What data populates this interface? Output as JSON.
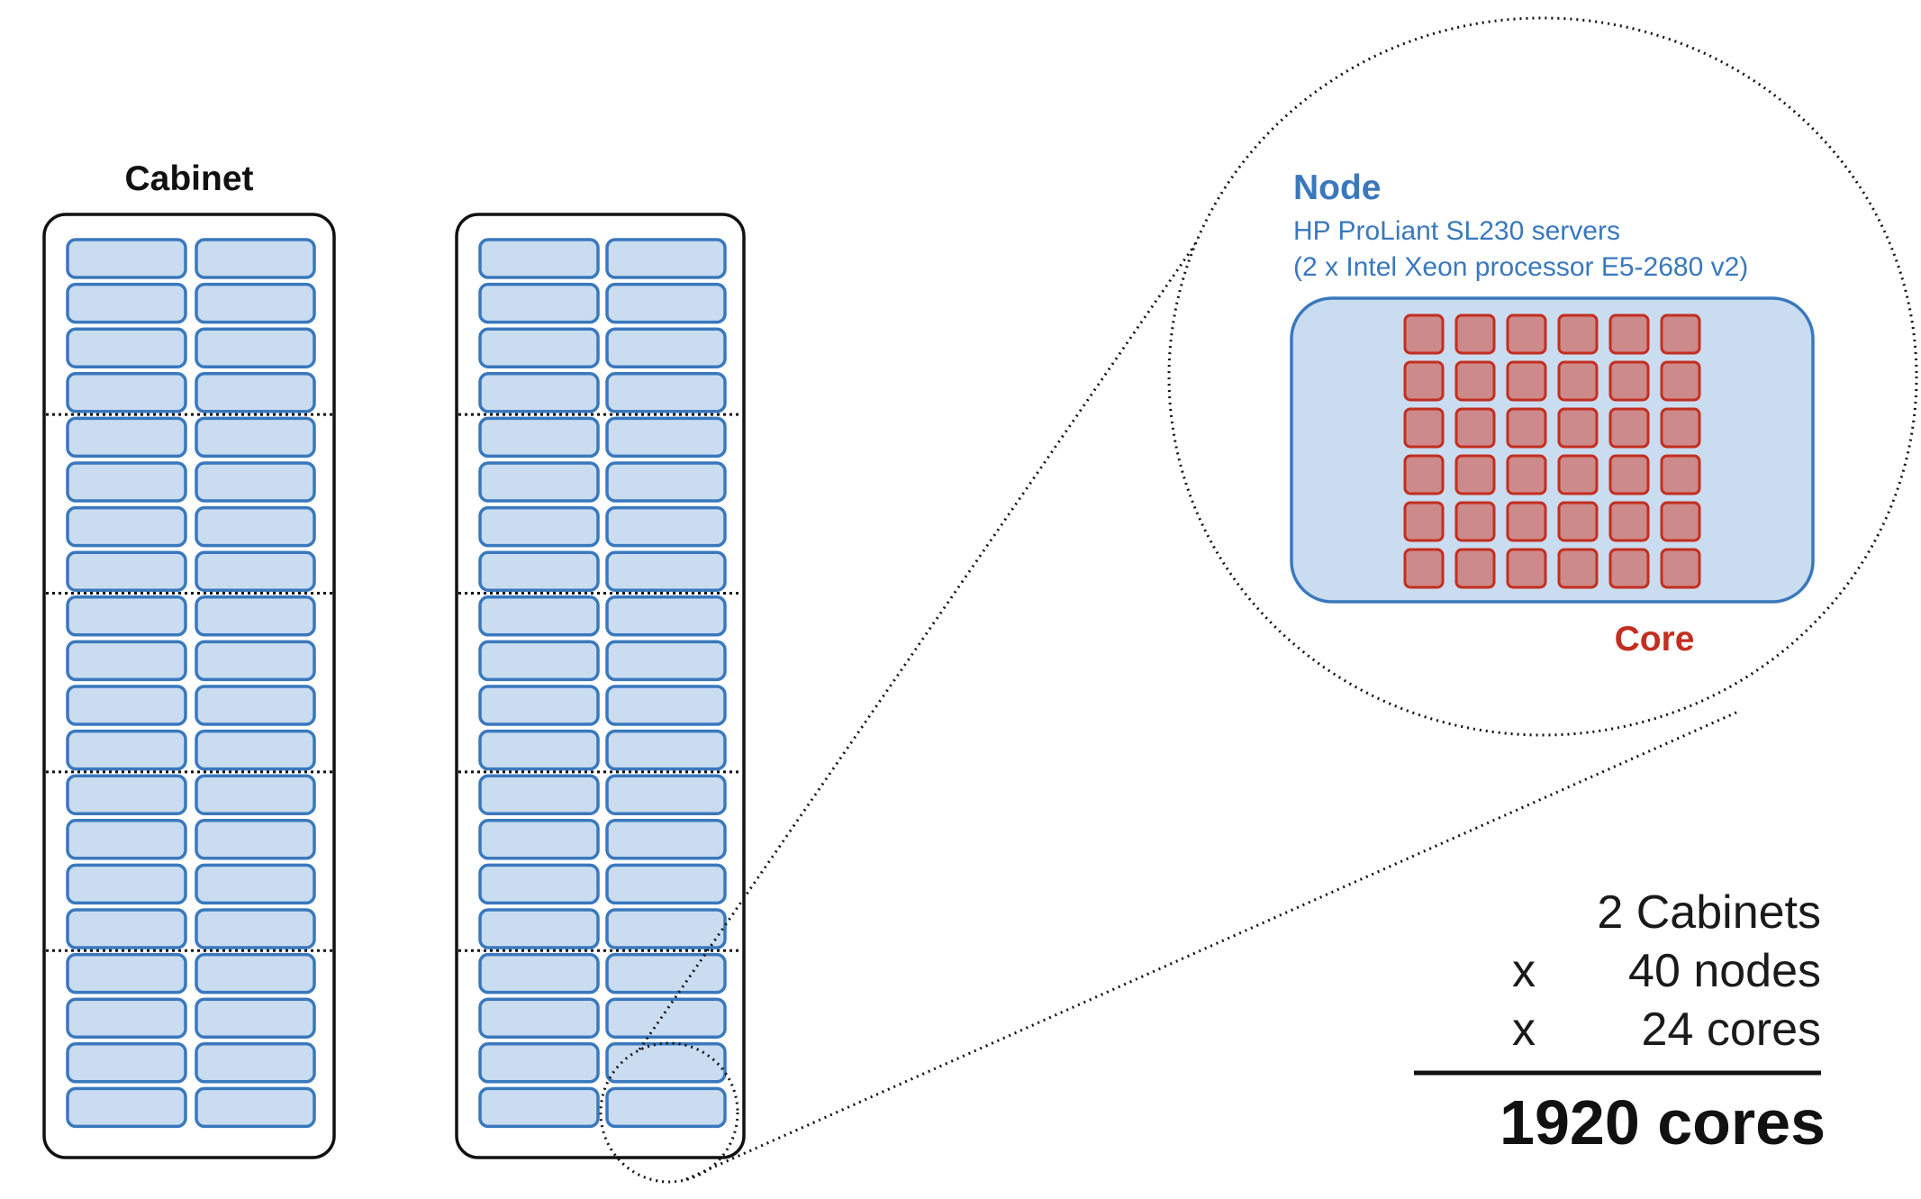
{
  "cabinet": {
    "label": "Cabinet",
    "count": 2,
    "node_rows": 20,
    "node_cols": 2,
    "group_size": 4
  },
  "node": {
    "title": "Node",
    "subtitle_line1": "HP ProLiant SL230 servers",
    "subtitle_line2": "(2 x Intel Xeon processor E5-2680 v2)",
    "core_rows": 6,
    "core_cols": 6
  },
  "core": {
    "label": "Core"
  },
  "summary": {
    "line1_value": "2 Cabinets",
    "line2_op": "x",
    "line2_value": "40 nodes",
    "line3_op": "x",
    "line3_value": "24 cores",
    "total": "1920 cores"
  },
  "colors": {
    "node_fill": "#c9dcf0",
    "node_stroke": "#3a78bd",
    "core_fill": "#cd8a8a",
    "core_stroke": "#c42e20",
    "node_title": "#3a78bd",
    "core_label": "#c42e20",
    "text": "#1a1a1a"
  }
}
